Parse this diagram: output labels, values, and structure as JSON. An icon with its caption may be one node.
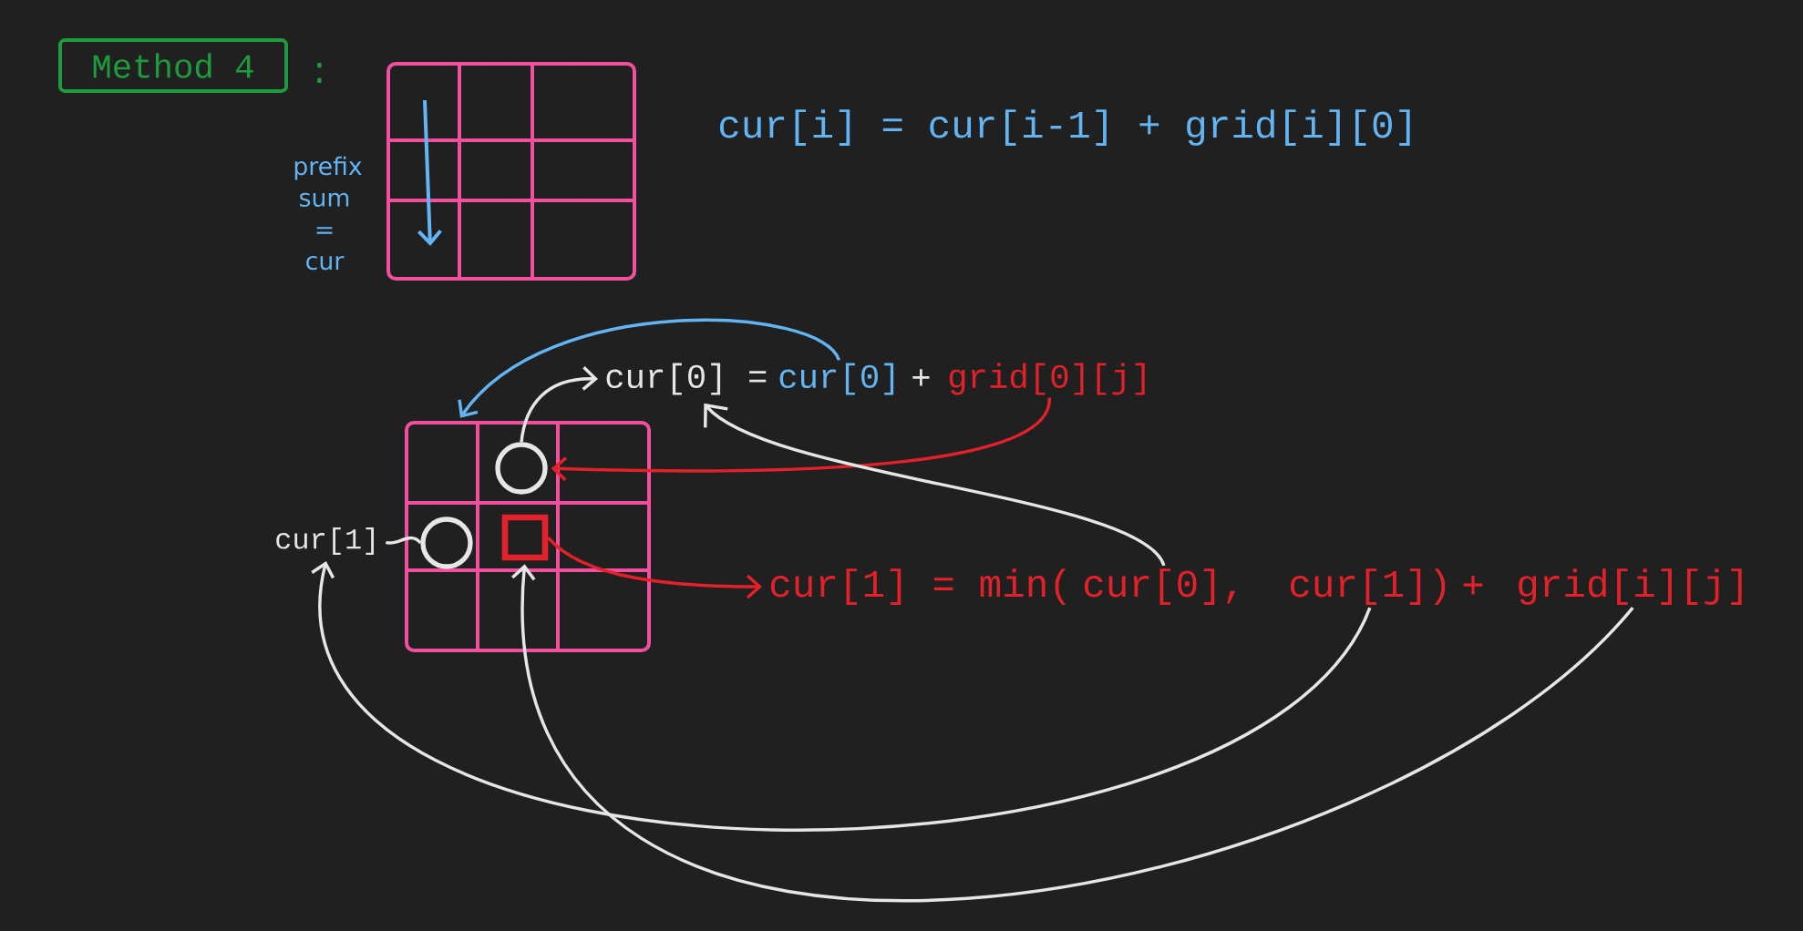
{
  "diagram": {
    "nodes": [
      {
        "text": [
          "Method 4"
        ],
        "beside": [
          ":"
        ]
      },
      {
        "text": [
          "cur[0] ="
        ]
      },
      {
        "text": [
          "cur[0]"
        ]
      },
      {
        "text": [
          "grid[0][j]"
        ]
      },
      {
        "text": [],
        "shape": "grid"
      },
      {
        "text": [],
        "shape": "circle",
        "in": 4
      },
      {
        "text": [
          "cur[1]"
        ]
      },
      {
        "text": [],
        "shape": "circle",
        "in": 4
      },
      {
        "text": [],
        "shape": "box",
        "in": 4
      },
      {
        "text": [
          "cur[1] = min("
        ]
      },
      {
        "text": [
          "cur[0],"
        ]
      },
      {
        "text": [
          "cur[1])"
        ]
      },
      {
        "text": [
          "grid[i][j]"
        ]
      }
    ],
    "edges": [
      {
        "from": 2,
        "to": 4,
        "arrow": "to",
        "color": "#62b4f2"
      },
      {
        "from": 5,
        "to": 1,
        "arrow": "to"
      },
      {
        "from": 3,
        "to": 5,
        "arrow": "to",
        "color": "#e3212b"
      },
      {
        "from": 10,
        "to": 1,
        "arrow": "to"
      },
      {
        "from": 7,
        "to": 6,
        "arrow": "none"
      },
      {
        "from": 8,
        "to": 9,
        "arrow": "to",
        "color": "#e3212b"
      },
      {
        "from": 11,
        "to": 6,
        "arrow": "to"
      },
      {
        "from": 12,
        "to": 8,
        "arrow": "to"
      }
    ],
    "labels": [
      "prefix sum = cur",
      "cur[i] = cur[i-1] + grid[i][0]",
      "+",
      "+"
    ]
  }
}
